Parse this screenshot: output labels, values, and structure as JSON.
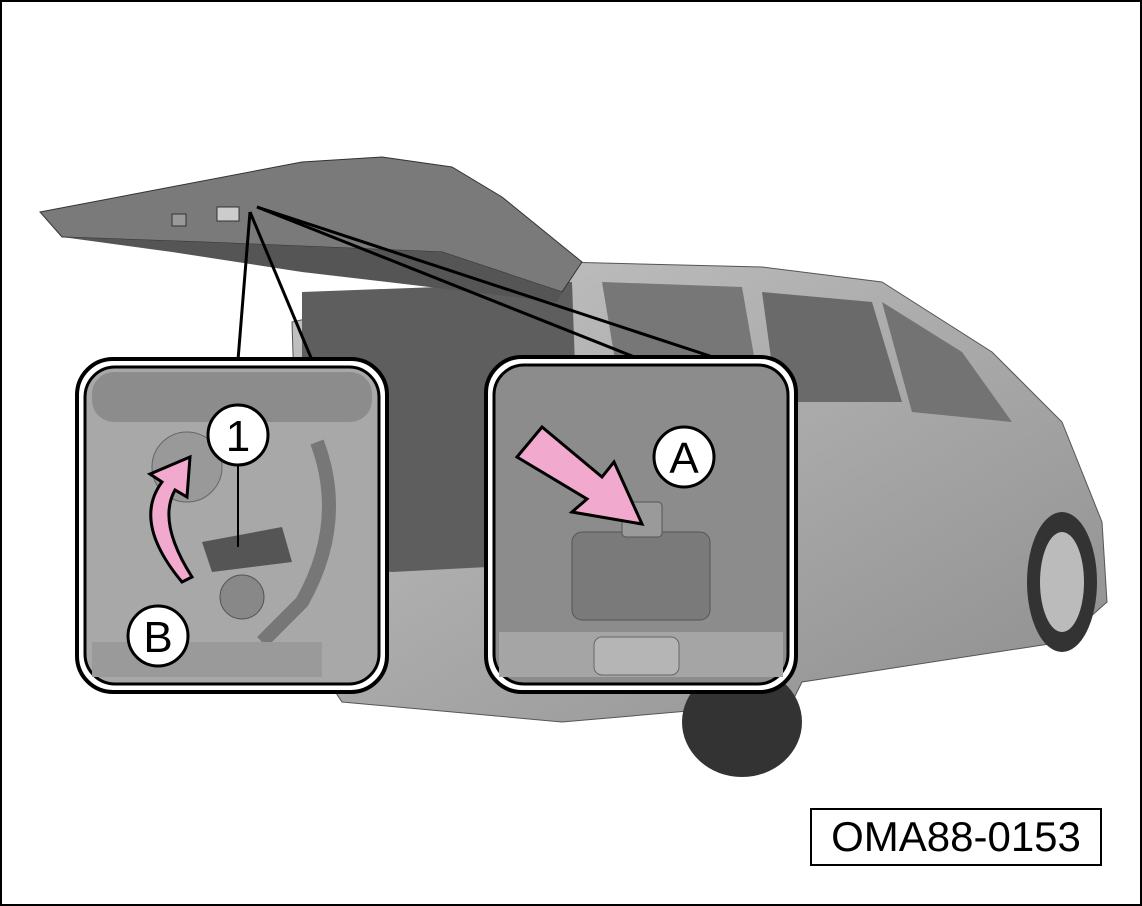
{
  "figure": {
    "code": "OMA88-0153",
    "callouts": {
      "one": "1",
      "a": "A",
      "b": "B"
    },
    "colors": {
      "arrow": "#f1a9cd",
      "body": "#a9a9a9",
      "outline": "#000000"
    }
  }
}
